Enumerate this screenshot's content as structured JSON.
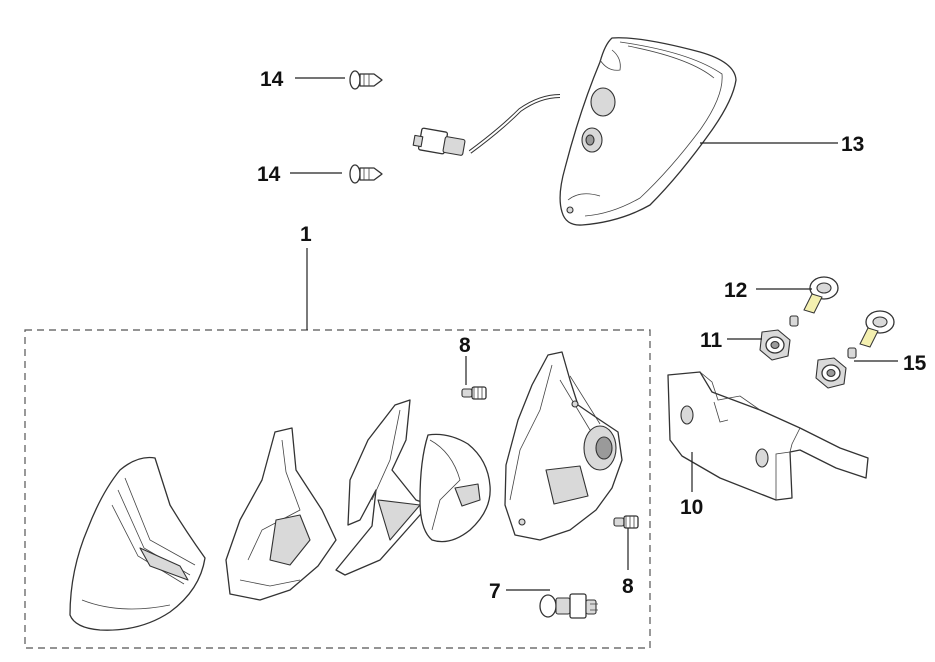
{
  "diagram": {
    "callouts": {
      "p1": "1",
      "p7": "7",
      "p8a": "8",
      "p8b": "8",
      "p10": "10",
      "p11": "11",
      "p12": "12",
      "p13": "13",
      "p14a": "14",
      "p14b": "14",
      "p15": "15"
    }
  }
}
